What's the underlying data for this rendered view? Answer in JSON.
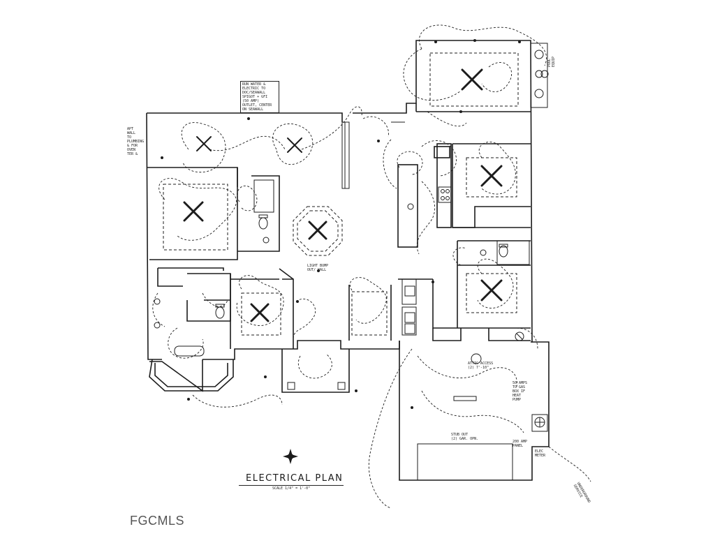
{
  "drawing": {
    "title": "ELECTRICAL PLAN",
    "scale": "SCALE 1/4\" = 1'-0\""
  },
  "watermark": "FGCMLS",
  "notes": {
    "run_water": "RUN WATER &\nELECTRIC TO\nDOC/SEAWALL\nSPIGOT + GFI\n(50 AMP)\nOUTLET, CENTER\nON SEAWALL",
    "left_plumbing": "APT\nWALL\nTO\nPLUMBING\n& FOR\nOVEN\nTER &",
    "amp_panel_200": "200 AMP\nPANEL",
    "elec_meter": "ELEC\nMETER",
    "stub_out": "STUB OUT\n(2) GAR. OPN.",
    "amps_50": "50 AMPS\nTO GAS\nBOX IF\nHEAT\nPUMP",
    "light_bump": "LIGHT BUMP\nOUT/ WALL",
    "pool_equip": "POOL EQUIP",
    "attic_access": "ATTIC ACCESS\n(2) 7'-10\"",
    "service_line": "UNDERGROUND\nSERVICE"
  },
  "colors": {
    "ink": "#1c1c1c",
    "paper": "#ffffff",
    "watermark": "#555555"
  },
  "icons": [
    "compass-rose-icon",
    "ceiling-fan-icon",
    "gfci-outlet-icon",
    "switch-icon",
    "recessed-light-icon"
  ]
}
